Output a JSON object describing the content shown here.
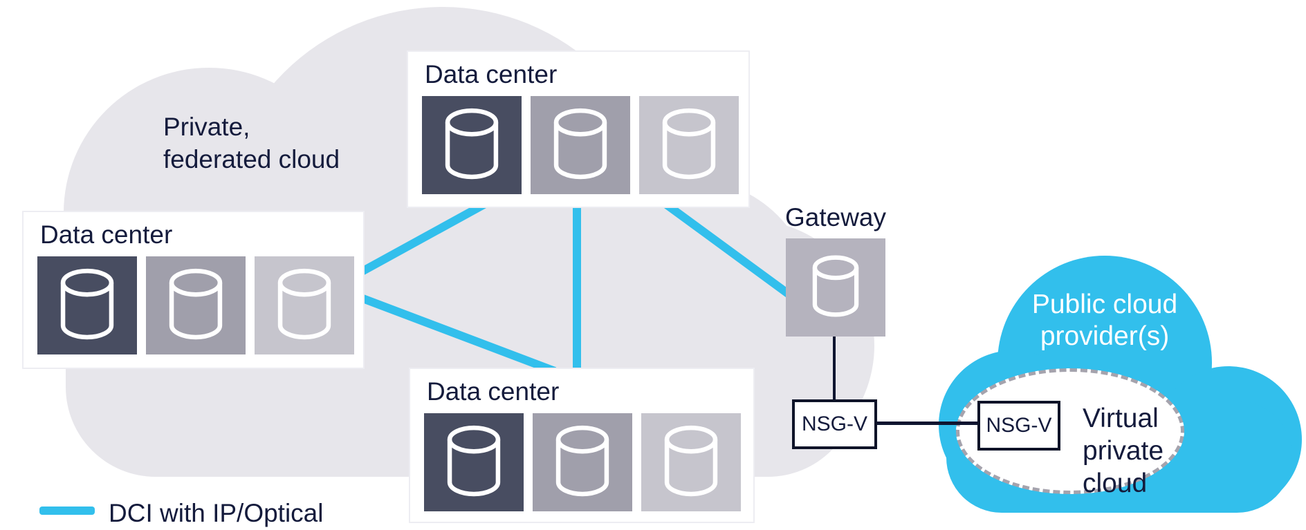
{
  "colors": {
    "canvas_bg": "#ffffff",
    "private_cloud_fill": "#e7e6eb",
    "public_cloud_fill": "#32bfec",
    "dci_line_blue": "#32bfec",
    "tile_dark": "#484d61",
    "tile_medium": "#a09fab",
    "tile_light": "#c6c5cd",
    "gateway_tile": "#b5b3be",
    "text_navy": "#141b3c",
    "connector_dark": "#0e1530",
    "vpc_dashed_border": "#a5a3ad"
  },
  "private_cloud": {
    "label_line1": "Private,",
    "label_line2": "federated cloud"
  },
  "data_centers": [
    {
      "id": "top",
      "title": "Data center"
    },
    {
      "id": "left",
      "title": "Data center"
    },
    {
      "id": "bottom",
      "title": "Data center"
    }
  ],
  "gateway": {
    "label": "Gateway"
  },
  "nsg": {
    "left_label": "NSG-V",
    "right_label": "NSG-V"
  },
  "public_cloud": {
    "label_line1": "Public cloud",
    "label_line2": "provider(s)"
  },
  "vpc": {
    "label_line1": "Virtual",
    "label_line2": "private",
    "label_line3": "cloud"
  },
  "legend": {
    "label": "DCI with IP/Optical"
  }
}
